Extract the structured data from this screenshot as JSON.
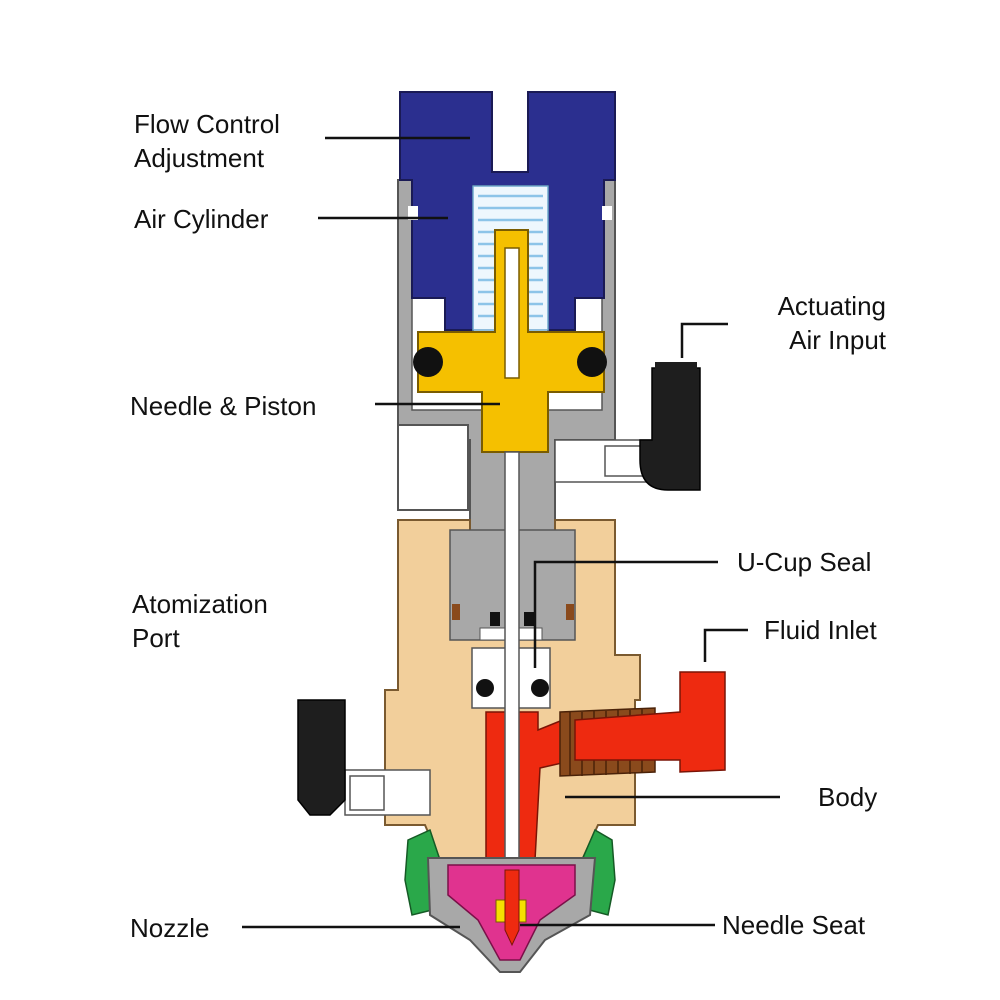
{
  "labels": {
    "flow_control": [
      "Flow Control",
      "Adjustment"
    ],
    "air_cylinder": "Air Cylinder",
    "needle_piston": "Needle & Piston",
    "atomization_port": [
      "Atomization",
      "Port"
    ],
    "nozzle": "Nozzle",
    "actuating_air": [
      "Actuating",
      "Air Input"
    ],
    "u_cup_seal": "U-Cup Seal",
    "fluid_inlet": "Fluid Inlet",
    "body": "Body",
    "needle_seat": "Needle Seat"
  },
  "colors": {
    "cap_blue": "#2b2f8f",
    "piston_yellow": "#f5c000",
    "body_tan": "#f2cf9b",
    "fluid_red": "#ee2a10",
    "nozzle_magenta": "#e0338f",
    "retainer_green": "#2aa84a",
    "housing_gray": "#a8a8a8",
    "fitting_black": "#1e1e1e",
    "thread_brown": "#8a4a1c",
    "spring_lightblue": "#cce6f6",
    "leader_black": "#111111"
  }
}
